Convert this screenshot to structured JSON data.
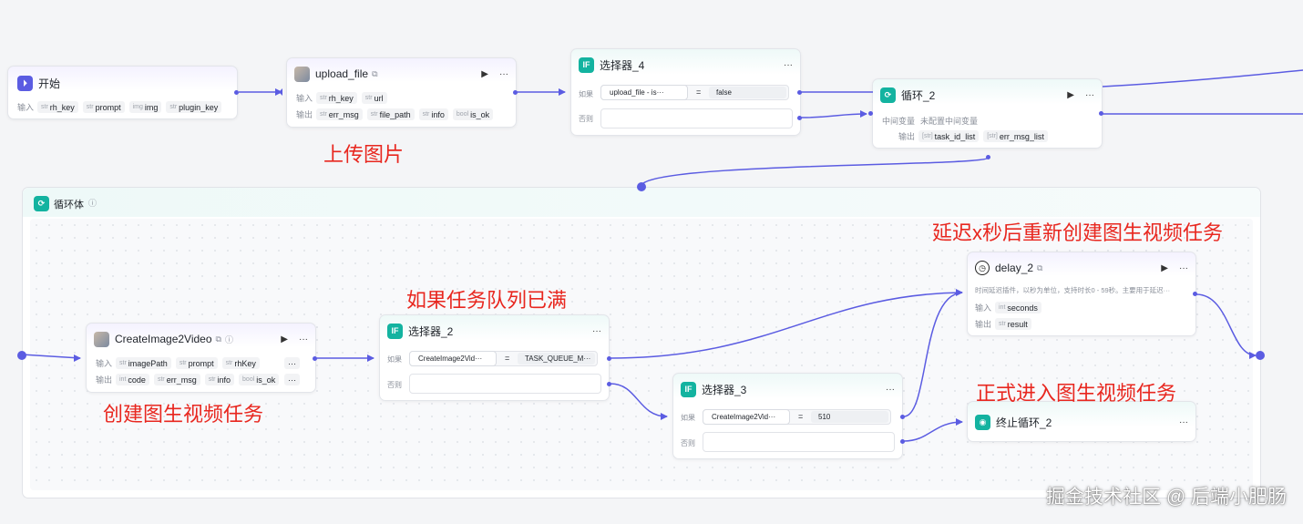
{
  "labels": {
    "input": "输入",
    "output": "输出",
    "if": "如果",
    "else": "否则",
    "mid_var": "中间变量"
  },
  "nodes": {
    "start": {
      "title": "开始",
      "inputs": [
        {
          "type": "str",
          "name": "rh_key"
        },
        {
          "type": "str",
          "name": "prompt"
        },
        {
          "type": "img",
          "name": "img"
        },
        {
          "type": "str",
          "name": "plugin_key"
        }
      ]
    },
    "upload_file": {
      "title": "upload_file",
      "inputs": [
        {
          "type": "str",
          "name": "rh_key"
        },
        {
          "type": "str",
          "name": "url"
        }
      ],
      "outputs": [
        {
          "type": "str",
          "name": "err_msg"
        },
        {
          "type": "str",
          "name": "file_path"
        },
        {
          "type": "str",
          "name": "info"
        },
        {
          "type": "bool",
          "name": "is_ok"
        }
      ]
    },
    "selector_4": {
      "title": "选择器_4",
      "cond_left": "upload_file - is···",
      "op": "=",
      "cond_right": "false"
    },
    "loop_2": {
      "title": "循环_2",
      "mid_var_value": "未配置中间变量",
      "outputs": [
        {
          "type": "[str]",
          "name": "task_id_list"
        },
        {
          "type": "[str]",
          "name": "err_msg_list"
        }
      ]
    },
    "loop_body": {
      "title": "循环体"
    },
    "create": {
      "title": "CreateImage2Video",
      "inputs": [
        {
          "type": "str",
          "name": "imagePath"
        },
        {
          "type": "str",
          "name": "prompt"
        },
        {
          "type": "str",
          "name": "rhKey"
        }
      ],
      "outputs": [
        {
          "type": "int",
          "name": "code"
        },
        {
          "type": "str",
          "name": "err_msg"
        },
        {
          "type": "str",
          "name": "info"
        },
        {
          "type": "bool",
          "name": "is_ok"
        }
      ],
      "more": "···"
    },
    "selector_2": {
      "title": "选择器_2",
      "cond_left": "CreateImage2Vid···",
      "op": "=",
      "cond_right": "TASK_QUEUE_M···"
    },
    "selector_3": {
      "title": "选择器_3",
      "cond_left": "CreateImage2Vid···",
      "op": "=",
      "cond_right": "510"
    },
    "delay_2": {
      "title": "delay_2",
      "desc": "时间延迟插件，以秒为单位，支持时长0 - 59秒。主要用于延迟···",
      "inputs": [
        {
          "type": "int",
          "name": "seconds"
        }
      ],
      "outputs": [
        {
          "type": "str",
          "name": "result"
        }
      ]
    },
    "end_loop": {
      "title": "终止循环_2"
    }
  },
  "annotations": {
    "upload": "上传图片",
    "retry": "延迟x秒后重新创建图生视频任务",
    "queue_full": "如果任务队列已满",
    "create": "创建图生视频任务",
    "proceed": "正式进入图生视频任务"
  },
  "watermark": "掘金技术社区 @ 后端小肥肠",
  "colors": {
    "accent": "#5b5ce2",
    "condition": "#13b3a0",
    "annotation": "#e8271f"
  }
}
